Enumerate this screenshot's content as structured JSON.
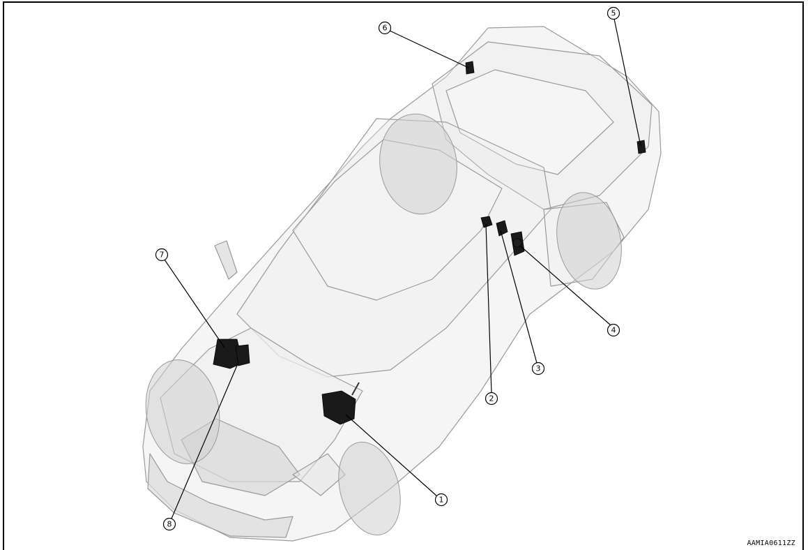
{
  "figure": {
    "code": "AAMIA0611ZZ"
  },
  "callouts": [
    {
      "id": "1",
      "label": "1"
    },
    {
      "id": "2",
      "label": "2"
    },
    {
      "id": "3",
      "label": "3"
    },
    {
      "id": "4",
      "label": "4"
    },
    {
      "id": "5",
      "label": "5"
    },
    {
      "id": "6",
      "label": "6"
    },
    {
      "id": "7",
      "label": "7"
    },
    {
      "id": "8",
      "label": "8"
    }
  ],
  "colors": {
    "line": "#000000",
    "body_outline": "#9a9a9a",
    "body_fill": "#ececec",
    "component": "#1a1a1a"
  }
}
